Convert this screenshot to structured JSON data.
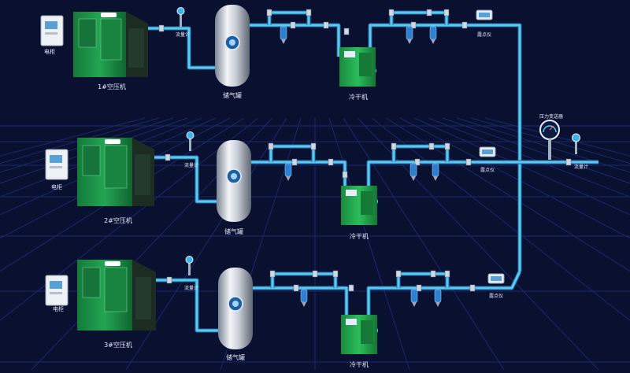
{
  "lines": [
    {
      "compressor_label": "1#空压机",
      "cabinet_label": "电柜",
      "flow_meter_label": "流量计",
      "tank_label": "储气罐",
      "dryer_label": "冷干机",
      "dew_meter_label": "露点仪"
    },
    {
      "compressor_label": "2#空压机",
      "cabinet_label": "电柜",
      "flow_meter_label": "流量计",
      "tank_label": "储气罐",
      "dryer_label": "冷干机",
      "dew_meter_label": "露点仪"
    },
    {
      "compressor_label": "3#空压机",
      "cabinet_label": "电柜",
      "flow_meter_label": "流量计",
      "tank_label": "储气罐",
      "dryer_label": "冷干机",
      "dew_meter_label": "露点仪"
    }
  ],
  "outlet": {
    "gauge_label": "压力变送器",
    "flow_meter_label": "流量计"
  },
  "colors": {
    "background": "#0a1030",
    "grid": "#1a2a6a",
    "pipe": "#5cc8f0",
    "pipe_dark": "#1e6fa8",
    "machine_green": "#1f9a4a",
    "label": "#e8ecff"
  }
}
